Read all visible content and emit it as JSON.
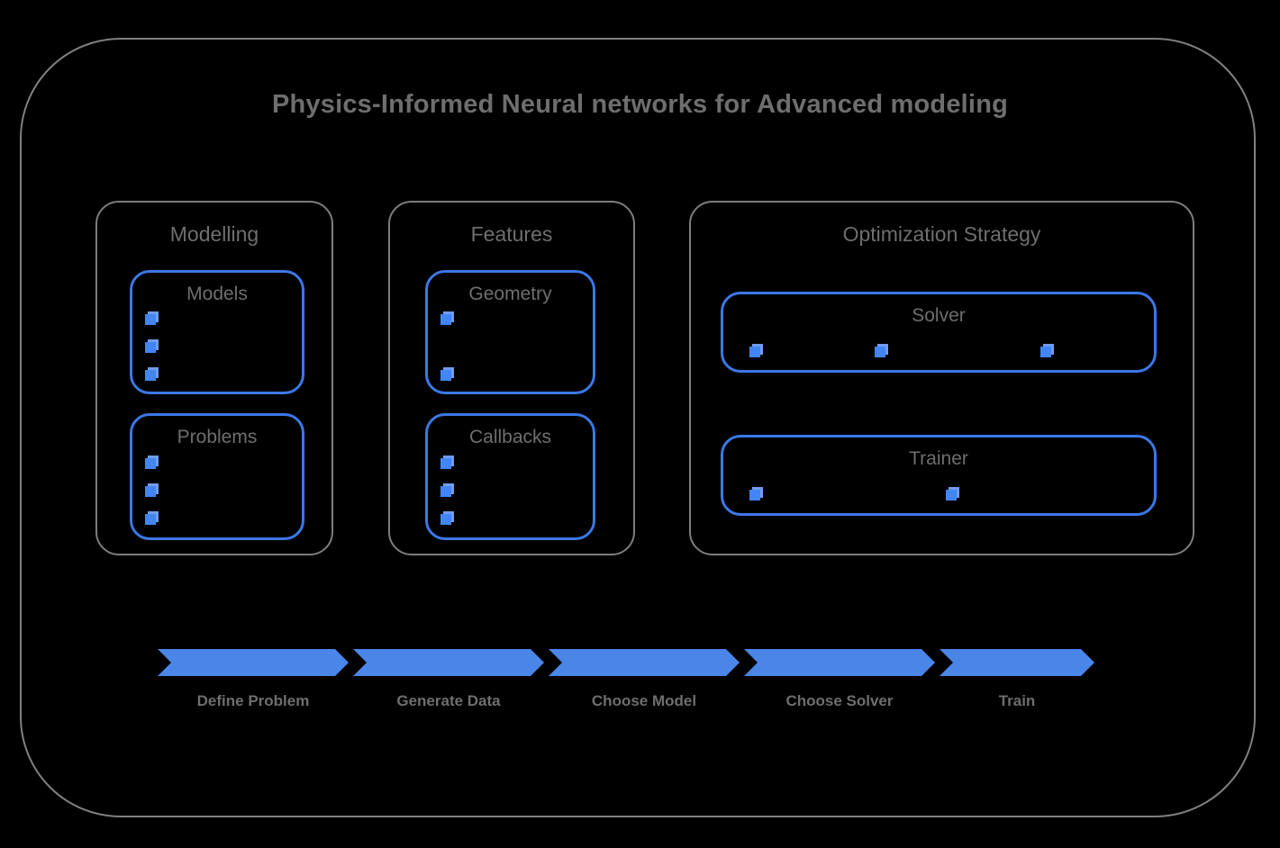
{
  "diagram": {
    "title": "Physics-Informed Neural networks for Advanced modeling",
    "colors": {
      "background": "#000000",
      "outer_border": "#808080",
      "panel_border": "#7d7d7d",
      "accent_blue": "#4285f4",
      "arrow_blue": "#4a86e8",
      "label_text": "#6e6e6e"
    }
  },
  "groups": [
    {
      "id": "modelling",
      "title": "Modelling",
      "boxes": [
        {
          "id": "models",
          "title": "Models",
          "bullet_icon": "cube-icon",
          "bullet_count": 3,
          "bullet_layout": "vertical"
        },
        {
          "id": "problems",
          "title": "Problems",
          "bullet_icon": "cube-icon",
          "bullet_count": 3,
          "bullet_layout": "vertical"
        }
      ]
    },
    {
      "id": "features",
      "title": "Features",
      "boxes": [
        {
          "id": "geometry",
          "title": "Geometry",
          "bullet_icon": "cube-icon",
          "bullet_count": 2,
          "bullet_layout": "vertical-spread"
        },
        {
          "id": "callbacks",
          "title": "Callbacks",
          "bullet_icon": "cube-icon",
          "bullet_count": 3,
          "bullet_layout": "vertical"
        }
      ]
    },
    {
      "id": "optimization",
      "title": "Optimization Strategy",
      "boxes": [
        {
          "id": "solver",
          "title": "Solver",
          "bullet_icon": "cube-icon",
          "bullet_count": 3,
          "bullet_layout": "horizontal"
        },
        {
          "id": "trainer",
          "title": "Trainer",
          "bullet_icon": "cube-icon",
          "bullet_count": 2,
          "bullet_layout": "horizontal"
        }
      ]
    }
  ],
  "pipeline": {
    "steps": [
      {
        "label": "Define Problem"
      },
      {
        "label": "Generate Data"
      },
      {
        "label": "Choose Model"
      },
      {
        "label": "Choose Solver"
      },
      {
        "label": "Train"
      }
    ]
  }
}
